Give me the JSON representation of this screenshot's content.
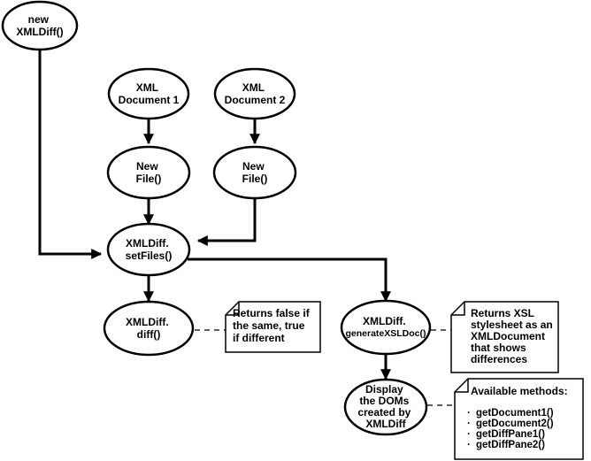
{
  "nodes": {
    "new_xmldiff": [
      "new",
      "XMLDiff()"
    ],
    "xml_doc1": [
      "XML",
      "Document 1"
    ],
    "xml_doc2": [
      "XML",
      "Document 2"
    ],
    "new_file1": [
      "New",
      "File()"
    ],
    "new_file2": [
      "New",
      "File()"
    ],
    "setfiles": [
      "XMLDiff.",
      "setFiles()"
    ],
    "diff": [
      "XMLDiff.",
      "diff()"
    ],
    "generate": [
      "XMLDiff.",
      "generateXSLDoc()"
    ],
    "display": [
      "Display",
      "the DOMs",
      "created by",
      "XMLDiff"
    ]
  },
  "notes": {
    "diff_note": [
      "Returns false if",
      "the same, true",
      "if different"
    ],
    "generate_note": [
      "Returns XSL",
      "stylesheet as an",
      "XMLDocument",
      "that shows",
      "differences"
    ],
    "methods_note": {
      "title": "Available methods:",
      "items": [
        "getDocument1()",
        "getDocument2()",
        "getDiffPane1()",
        "getDiffPane2()"
      ]
    }
  }
}
